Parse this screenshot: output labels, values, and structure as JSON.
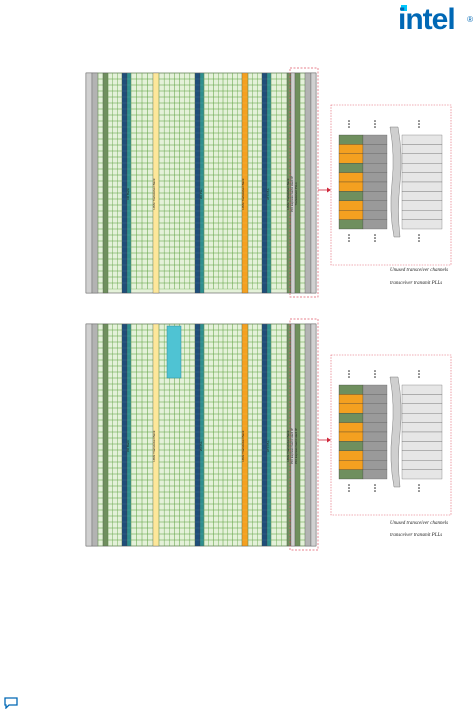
{
  "logo": {
    "text": "intel",
    "reg": "®",
    "brand_color": "#0068b5",
    "dot_color": "#00c7fd"
  },
  "colors": {
    "grid_bg": "#e4f1d9",
    "grid_line": "#6aa84f",
    "dark_green": "#6f8f5e",
    "blue": "#1f4e79",
    "teal": "#2f8f8f",
    "orange": "#f4a020",
    "yellow": "#fde79a",
    "gray": "#b3b3b3",
    "light_gray": "#d0d0d0",
    "cyan": "#4fc3d3",
    "callout_border": "#e05a6a",
    "arrow": "#d0283c"
  },
  "figures": [
    {
      "id": "top",
      "column_labels": [
        "I/O Bank",
        "HSSI Transceiver Bank",
        "I/O PLL",
        "HSSI Transceiver Bank",
        "ATX PLL",
        "HSSI Transceiver Bank",
        "PCI Express Gen3 Hard IP",
        "Transceiver PLLs"
      ],
      "callout_lines": [
        "Unused transceiver channels",
        "transceiver transmit PLLs"
      ]
    },
    {
      "id": "bottom",
      "column_labels": [
        "I/O Bank",
        "HSSI Transceiver Bank",
        "I/O PLL",
        "HSSI Transceiver Bank",
        "ATX PLL",
        "HSSI Transceiver Bank",
        "PCI Express Gen3 Hard IP",
        "PCI Express Gen3 Hard IP"
      ],
      "callout_lines": [
        "Unused transceiver channels",
        "transceiver transmit PLLs"
      ]
    }
  ],
  "icons": {
    "feedback": "chat-bubble-icon"
  }
}
